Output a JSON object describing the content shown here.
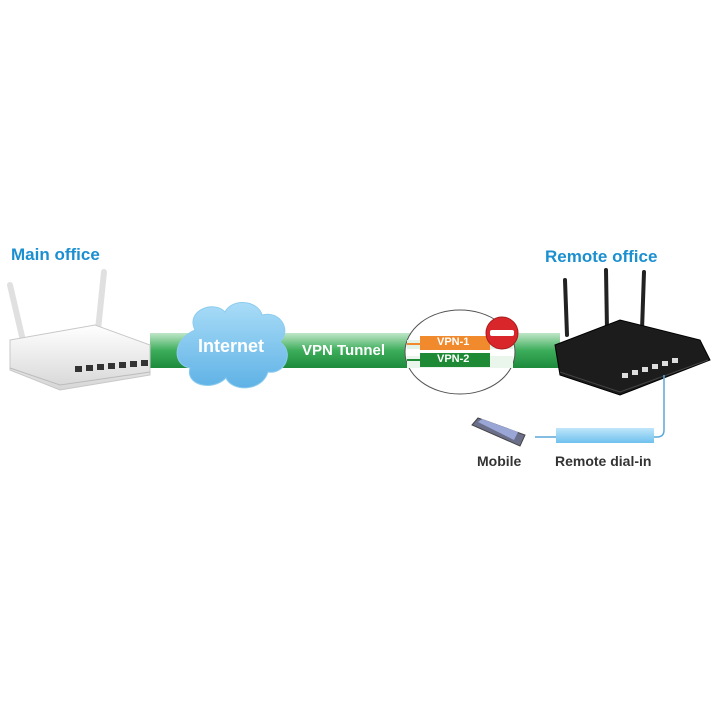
{
  "main_office": {
    "title": "Main office"
  },
  "remote_office": {
    "title": "Remote office"
  },
  "cloud": {
    "label": "Internet"
  },
  "tunnel": {
    "label": "VPN Tunnel"
  },
  "vpn": {
    "vpn1": "VPN-1",
    "vpn2": "VPN-2"
  },
  "mobile": {
    "label": "Mobile"
  },
  "dialin": {
    "label": "Remote dial-in"
  },
  "colors": {
    "title": "#1b8fd0",
    "tunnel": "#2aa14a",
    "vpn1": "#f08a2c",
    "vpn2": "#1e8a36",
    "blocked": "#d9262b",
    "cloud": "#7cc3ee"
  }
}
